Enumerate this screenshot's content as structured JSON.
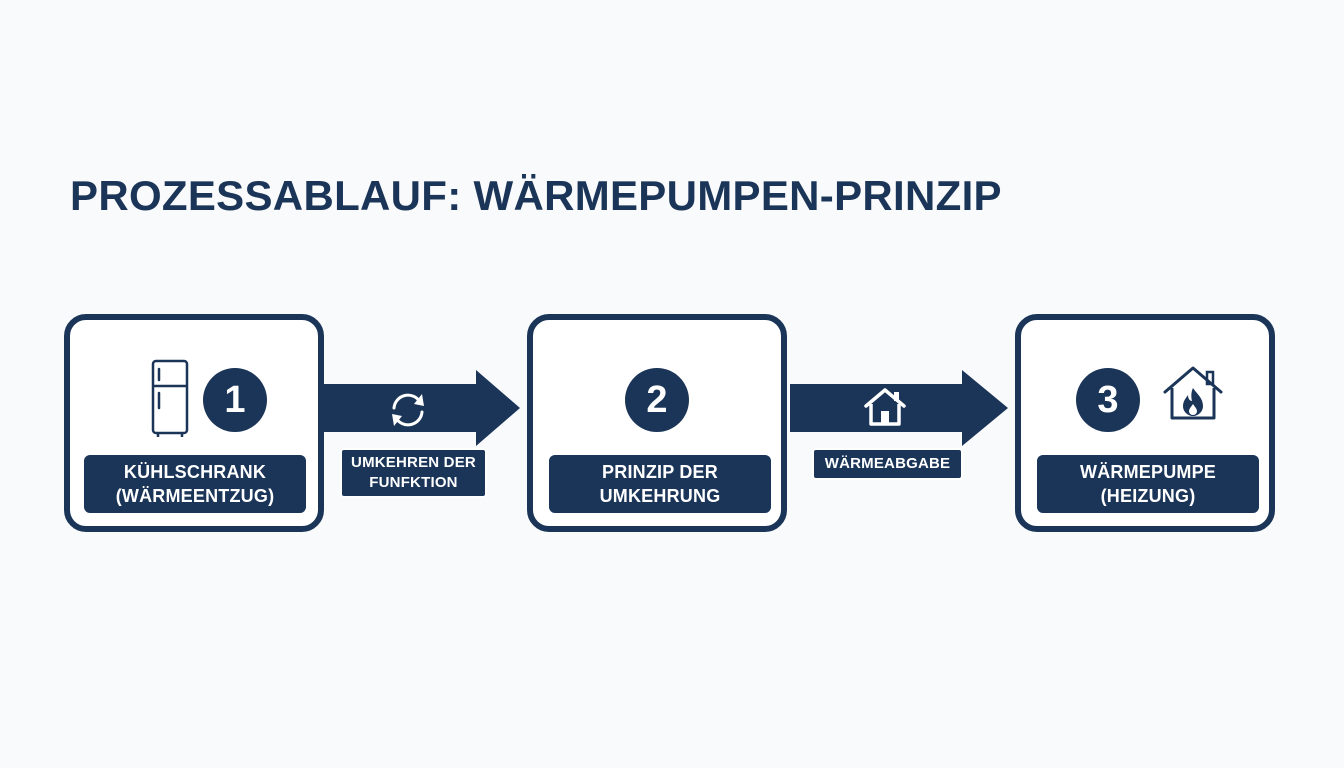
{
  "title": "PROZESSABLAUF: WÄRMEPUMPEN-PRINZIP",
  "colors": {
    "primary": "#1b3558",
    "background": "#f9fafb",
    "box_fill": "#ffffff"
  },
  "steps": [
    {
      "number": "1",
      "label": "KÜHLSCHRANK\n(WÄRMEENTZUG)",
      "icon": "fridge-icon"
    },
    {
      "number": "2",
      "label": "PRINZIP DER\nUMKEHRUNG",
      "icon": ""
    },
    {
      "number": "3",
      "label": "WÄRMEPUMPE\n(HEIZUNG)",
      "icon": "house-fire-icon"
    }
  ],
  "connectors": [
    {
      "label": "UMKEHREN DER\nFUNFKTION",
      "icon": "cycle-arrows-icon"
    },
    {
      "label": "WÄRMEABGABE",
      "icon": "house-icon"
    }
  ]
}
